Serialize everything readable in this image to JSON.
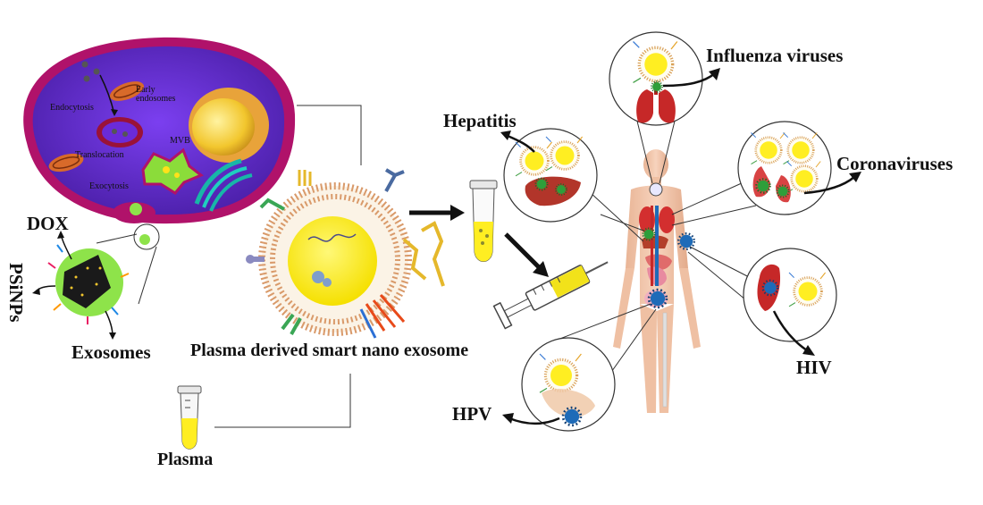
{
  "labels": {
    "dox": "DOX",
    "psinps": "PSiNPs",
    "exosomes": "Exosomes",
    "plasma_derived": "Plasma derived smart nano exosome",
    "plasma": "Plasma",
    "hepatitis": "Hepatitis",
    "influenza": "Influenza viruses",
    "coronaviruses": "Coronaviruses",
    "hiv": "HIV",
    "hpv": "HPV"
  },
  "cell_labels": {
    "endocytosis": "Endocytosis",
    "early_endosomes": "Early endosomes",
    "mvb": "MVB",
    "translocation": "Translocation",
    "exocytosis": "Exocytosis"
  },
  "colors": {
    "cell_membrane": "#c2185b",
    "cell_interior": "#6a2bd8",
    "nucleus": "#f4c430",
    "exosome_core": "#ffee00",
    "psinp_core": "#1a1a1a",
    "psinp_shell": "#8ee34a",
    "plasma_tube_fill": "#ffee22",
    "organ_red": "#c62828",
    "skin": "#f3c6ac",
    "virus_green": "#2e9e3a",
    "virus_blue": "#1e6bb8"
  },
  "icons": [
    "cell-icon",
    "psinp-icon",
    "exosome-icon",
    "tube-icon",
    "syringe-icon",
    "human-body-icon",
    "lungs-icon",
    "liver-icon",
    "virus-icon"
  ]
}
